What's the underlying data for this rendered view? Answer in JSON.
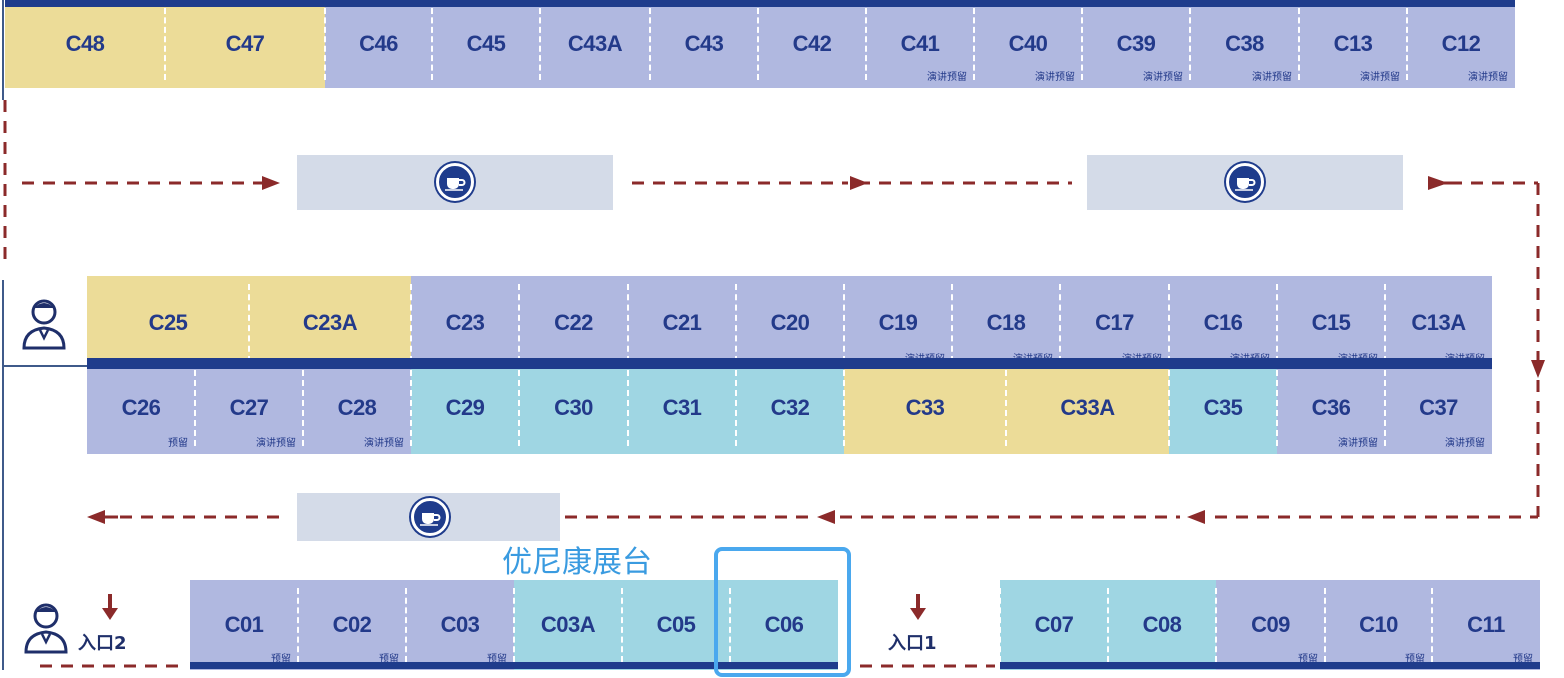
{
  "highlight": {
    "label": "优尼康展台",
    "booth": "C06"
  },
  "entrances": {
    "entrance1": "入口1",
    "entrance2": "入口2"
  },
  "rows": {
    "row_top": [
      {
        "code": "C48",
        "color": "yellow",
        "note": ""
      },
      {
        "code": "C47",
        "color": "yellow",
        "note": ""
      },
      {
        "code": "C46",
        "color": "blue",
        "note": ""
      },
      {
        "code": "C45",
        "color": "blue",
        "note": ""
      },
      {
        "code": "C43A",
        "color": "blue",
        "note": ""
      },
      {
        "code": "C43",
        "color": "blue",
        "note": ""
      },
      {
        "code": "C42",
        "color": "blue",
        "note": ""
      },
      {
        "code": "C41",
        "color": "blue",
        "note": "演讲预留"
      },
      {
        "code": "C40",
        "color": "blue",
        "note": "演讲预留"
      },
      {
        "code": "C39",
        "color": "blue",
        "note": "演讲预留"
      },
      {
        "code": "C38",
        "color": "blue",
        "note": "演讲预留"
      },
      {
        "code": "C13",
        "color": "blue",
        "note": "演讲预留"
      },
      {
        "code": "C12",
        "color": "blue",
        "note": "演讲预留"
      }
    ],
    "row_mid_upper": [
      {
        "code": "C25",
        "color": "yellow",
        "note": ""
      },
      {
        "code": "C23A",
        "color": "yellow",
        "note": ""
      },
      {
        "code": "C23",
        "color": "blue",
        "note": ""
      },
      {
        "code": "C22",
        "color": "blue",
        "note": ""
      },
      {
        "code": "C21",
        "color": "blue",
        "note": ""
      },
      {
        "code": "C20",
        "color": "blue",
        "note": ""
      },
      {
        "code": "C19",
        "color": "blue",
        "note": "演讲预留"
      },
      {
        "code": "C18",
        "color": "blue",
        "note": "演讲预留"
      },
      {
        "code": "C17",
        "color": "blue",
        "note": "演讲预留"
      },
      {
        "code": "C16",
        "color": "blue",
        "note": "演讲预留"
      },
      {
        "code": "C15",
        "color": "blue",
        "note": "演讲预留"
      },
      {
        "code": "C13A",
        "color": "blue",
        "note": "演讲预留"
      }
    ],
    "row_mid_lower": [
      {
        "code": "C26",
        "color": "blue",
        "note": "预留"
      },
      {
        "code": "C27",
        "color": "blue",
        "note": "演讲预留"
      },
      {
        "code": "C28",
        "color": "blue",
        "note": "演讲预留"
      },
      {
        "code": "C29",
        "color": "teal",
        "note": ""
      },
      {
        "code": "C30",
        "color": "teal",
        "note": ""
      },
      {
        "code": "C31",
        "color": "teal",
        "note": ""
      },
      {
        "code": "C32",
        "color": "teal",
        "note": ""
      },
      {
        "code": "C33",
        "color": "yellow",
        "note": ""
      },
      {
        "code": "C33A",
        "color": "yellow",
        "note": ""
      },
      {
        "code": "C35",
        "color": "teal",
        "note": ""
      },
      {
        "code": "C36",
        "color": "blue",
        "note": "演讲预留"
      },
      {
        "code": "C37",
        "color": "blue",
        "note": "演讲预留"
      }
    ],
    "row_bottom": [
      {
        "code": "C01",
        "color": "blue",
        "note": "预留"
      },
      {
        "code": "C02",
        "color": "blue",
        "note": "预留"
      },
      {
        "code": "C03",
        "color": "blue",
        "note": "预留"
      },
      {
        "code": "C03A",
        "color": "teal",
        "note": ""
      },
      {
        "code": "C05",
        "color": "teal",
        "note": ""
      },
      {
        "code": "C06",
        "color": "teal",
        "note": ""
      },
      {
        "code": "C07",
        "color": "teal",
        "note": ""
      },
      {
        "code": "C08",
        "color": "teal",
        "note": ""
      },
      {
        "code": "C09",
        "color": "blue",
        "note": "预留"
      },
      {
        "code": "C10",
        "color": "blue",
        "note": "预留"
      },
      {
        "code": "C11",
        "color": "blue",
        "note": "预留"
      }
    ]
  },
  "lounges": [
    {
      "icon": "coffee-cup-icon"
    },
    {
      "icon": "coffee-cup-icon"
    },
    {
      "icon": "coffee-cup-icon"
    }
  ],
  "icons": {
    "staff": "person-icon",
    "entrance_arrow": "down-arrow-icon"
  },
  "colors": {
    "blue": "#b0b8e0",
    "yellow": "#ecdc98",
    "teal": "#9fd6e3",
    "navy": "#1f3c8c",
    "route": "#8b2a2a",
    "highlight": "#4aa8ee"
  }
}
